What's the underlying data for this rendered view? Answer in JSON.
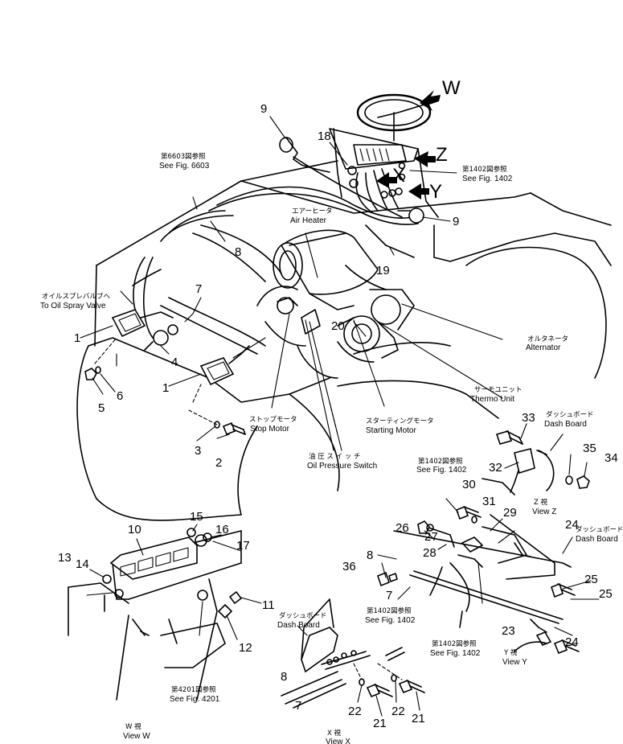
{
  "view_letters": {
    "W": "W",
    "Z": "Z",
    "Y": "Y",
    "X": "X"
  },
  "callouts": {
    "c1a": "1",
    "c1b": "1",
    "c2": "2",
    "c3": "3",
    "c4": "4",
    "c5": "5",
    "c6": "6",
    "c7a": "7",
    "c7b": "7",
    "c7c": "7",
    "c8a": "8",
    "c8b": "8",
    "c8c": "8",
    "c9a": "9",
    "c9b": "9",
    "c10": "10",
    "c11": "11",
    "c12": "12",
    "c13": "13",
    "c14": "14",
    "c15": "15",
    "c16": "16",
    "c17": "17",
    "c18": "18",
    "c19": "19",
    "c20": "20",
    "c21a": "21",
    "c21b": "21",
    "c22a": "22",
    "c22b": "22",
    "c23": "23",
    "c24a": "24",
    "c24b": "24",
    "c25a": "25",
    "c25b": "25",
    "c26": "26",
    "c27": "27",
    "c28": "28",
    "c29": "29",
    "c30": "30",
    "c31": "31",
    "c32": "32",
    "c33": "33",
    "c34": "34",
    "c35": "35",
    "c36": "36"
  },
  "labels": {
    "fig6603_jp": "第6603図参照",
    "fig6603_en": "See Fig. 6603",
    "fig1402_top_jp": "第1402図参照",
    "fig1402_top_en": "See Fig. 1402",
    "air_heater_jp": "エアーヒータ",
    "air_heater_en": "Air Heater",
    "oil_spray_jp": "オイルスプレバルブへ",
    "oil_spray_en": "To Oil Spray Valve",
    "alternator_jp": "オルタネータ",
    "alternator_en": "Alternator",
    "thermo_jp": "サーモユニット",
    "thermo_en": "Thermo Unit",
    "stop_motor_jp": "ストップモータ",
    "stop_motor_en": "Stop Motor",
    "starting_motor_jp": "スターティングモータ",
    "starting_motor_en": "Starting Motor",
    "oil_pressure_jp": "油 圧 ス イ ッ チ",
    "oil_pressure_en": "Oil Pressure Switch",
    "fig1402_mid_jp": "第1402図参照",
    "fig1402_mid_en": "See Fig. 1402",
    "dash_z_jp": "ダッシュボード",
    "dash_z_en": "Dash Board",
    "view_z_jp": "Z 視",
    "view_z_en": "View Z",
    "dash_y_jp": "ダッシュボード",
    "dash_y_en": "Dash Board",
    "fig1402_y_jp": "第1402図参照",
    "fig1402_y_en": "See Fig. 1402",
    "view_y_jp": "Y 視",
    "view_y_en": "View Y",
    "dash_x_jp": "ダッシュボード",
    "dash_x_en": "Dash Board",
    "fig1402_x_jp": "第1402図参照",
    "fig1402_x_en": "See Fig. 1402",
    "view_x_jp": "X 視",
    "view_x_en": "View X",
    "fig4201_jp": "第4201図参照",
    "fig4201_en": "See Fig. 4201",
    "view_w_jp": "W 視",
    "view_w_en": "View W"
  }
}
